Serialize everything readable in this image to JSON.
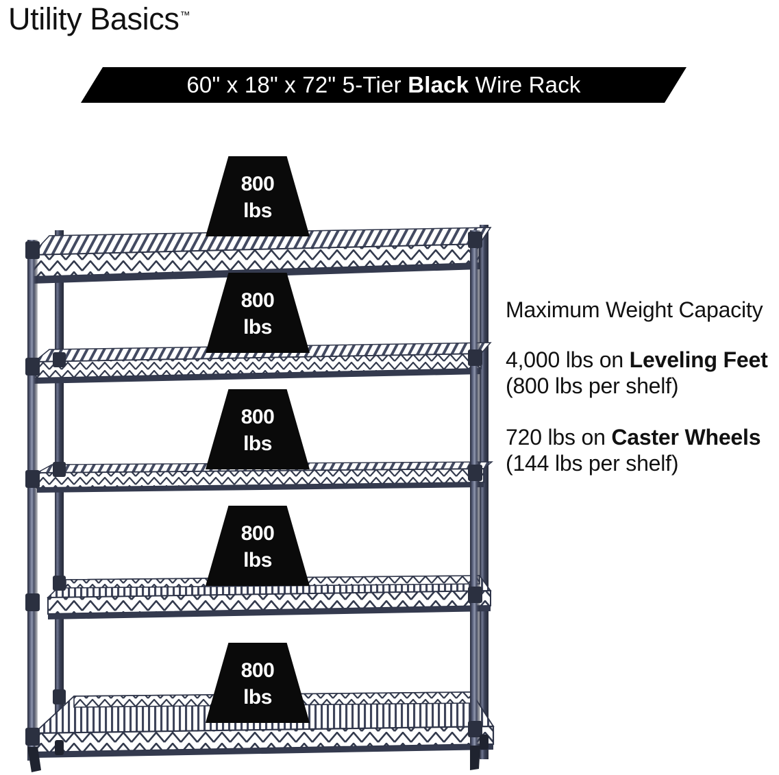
{
  "brand": {
    "name": "Utility Basics",
    "trademark": "™"
  },
  "banner": {
    "text_before": "60\" x 18\" x 72\" 5-Tier ",
    "text_bold": "Black",
    "text_after": " Wire Rack",
    "full_text": "60\" x 18\" x 72\" 5-Tier Black Wire Rack",
    "background_color": "#000000",
    "text_color": "#FFFFFF"
  },
  "info": {
    "heading": "Maximum Weight Capacity",
    "paragraphs": [
      {
        "id": "leveling-feet-capacity",
        "lead": "4,000 lbs on ",
        "bold": "Leveling Feet",
        "tail": " (800 lbs per shelf)",
        "full_text": "4,000 lbs on Leveling Feet (800 lbs per shelf)",
        "total_lbs": 4000,
        "per_shelf_lbs": 800
      },
      {
        "id": "caster-wheels-capacity",
        "lead": "720 lbs on ",
        "bold": "Caster Wheels",
        "tail": " (144 lbs per shelf)",
        "full_text": "720 lbs on Caster Wheels (144 lbs per shelf)",
        "total_lbs": 720,
        "per_shelf_lbs": 144
      }
    ]
  },
  "product": {
    "tiers": 5,
    "width_in": 60,
    "depth_in": 18,
    "height_in": 72,
    "finish": "Black",
    "frame_color": "#3A3F52",
    "wire_color": "#2C3142"
  },
  "badges": [
    {
      "id": "badge-1",
      "value": "800",
      "unit": "lbs",
      "shelf": 1
    },
    {
      "id": "badge-2",
      "value": "800",
      "unit": "lbs",
      "shelf": 2
    },
    {
      "id": "badge-3",
      "value": "800",
      "unit": "lbs",
      "shelf": 3
    },
    {
      "id": "badge-4",
      "value": "800",
      "unit": "lbs",
      "shelf": 4
    },
    {
      "id": "badge-5",
      "value": "800",
      "unit": "lbs",
      "shelf": 5
    }
  ]
}
